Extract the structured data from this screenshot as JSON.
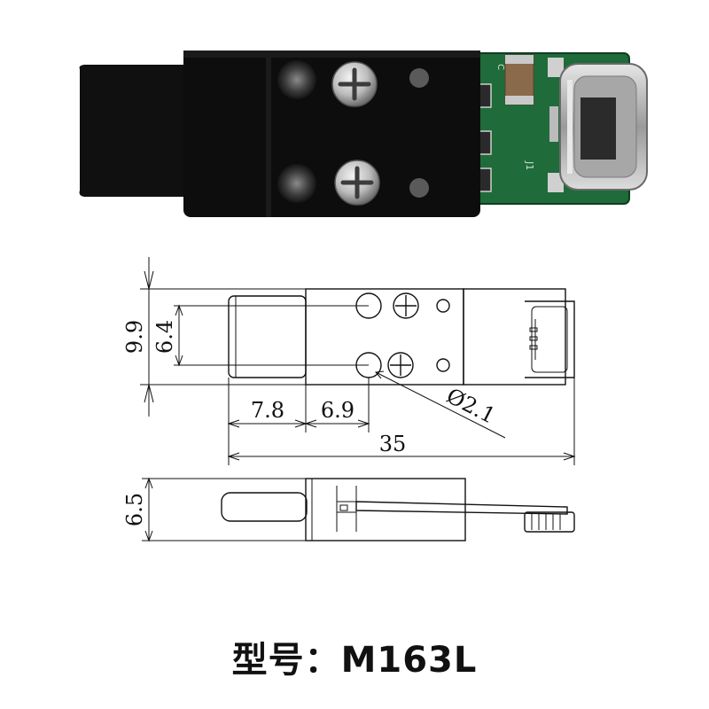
{
  "photo": {
    "pcb_silkscreen": [
      "C",
      "J1"
    ],
    "colors": {
      "body": "#0d0d0d",
      "pcb": "#1f6b3a",
      "metal": "#c9c9c9"
    }
  },
  "top_view": {
    "dim_height_outer": "9.9",
    "dim_hole_spacing": "6.4",
    "dim_plug_length": "7.8",
    "dim_hole_offset": "6.9",
    "dim_hole_diameter": "Ø2.1",
    "dim_total_length": "35"
  },
  "side_view": {
    "dim_thickness": "6.5"
  },
  "model": {
    "label": "型号：M163L"
  }
}
